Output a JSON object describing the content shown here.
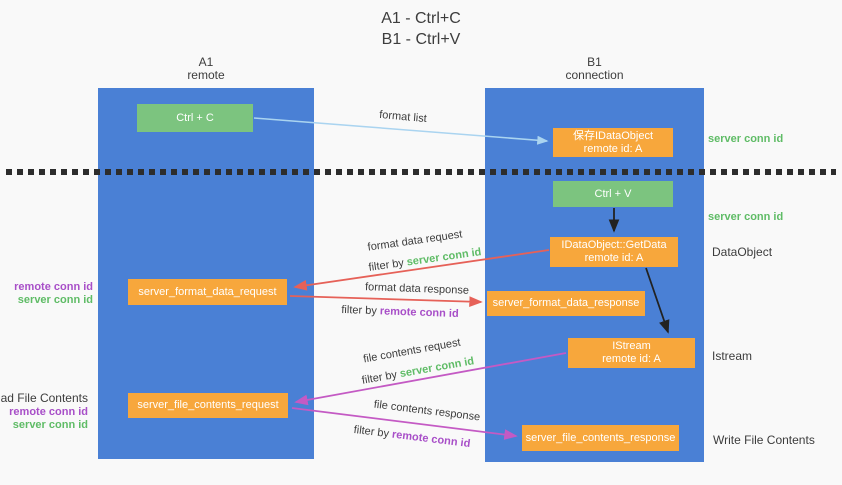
{
  "title": {
    "line1": "A1 - Ctrl+C",
    "line2": "B1 - Ctrl+V"
  },
  "lifelines": {
    "left": {
      "name": "A1",
      "role": "remote"
    },
    "right": {
      "name": "B1",
      "role": "connection"
    }
  },
  "boxes": {
    "ctrl_c": "Ctrl + C",
    "ctrl_v": "Ctrl + V",
    "save_idataobject": {
      "line1": "保存IDataObject",
      "line2": "remote id: A"
    },
    "getdata": {
      "line1": "IDataObject::GetData",
      "line2": "remote id: A"
    },
    "istream": {
      "line1": "IStream",
      "line2": "remote id: A"
    },
    "format_request": "server_format_data_request",
    "format_response": "server_format_data_response",
    "file_request": "server_file_contents_request",
    "file_response": "server_file_contents_response"
  },
  "arrows": {
    "format_list": {
      "label": "format list"
    },
    "format_request": {
      "label": "format data request",
      "filter_prefix": "filter by ",
      "filter_key": "server conn id"
    },
    "format_response": {
      "label": "format data response",
      "filter_prefix": "filter by ",
      "filter_key": "remote conn id"
    },
    "file_request": {
      "label": "file contents request",
      "filter_prefix": "filter by ",
      "filter_key": "server conn id"
    },
    "file_response": {
      "label": "file contents response",
      "filter_prefix": "filter by ",
      "filter_key": "remote conn id"
    }
  },
  "annotations": {
    "right_server_conn_top": "server conn id",
    "right_server_conn_mid": "server conn id",
    "dataobject": "DataObject",
    "istream": "Istream",
    "write_file_contents": "Write File Contents",
    "read_file_contents": "Read File Contents",
    "left_format": {
      "remote": "remote conn id",
      "server": "server conn id"
    },
    "left_file": {
      "remote": "remote conn id",
      "server": "server conn id"
    }
  },
  "colors": {
    "lifeline_blue": "#4a80d5",
    "action_green": "#7cc47f",
    "message_orange": "#f7a73c",
    "request_red": "#e66158",
    "format_list_blue": "#aad4f0",
    "file_purple": "#c45ac4",
    "server_conn_green": "#5fbc66",
    "remote_conn_purple": "#a84fc8",
    "text_dark": "#3a3a3a"
  }
}
